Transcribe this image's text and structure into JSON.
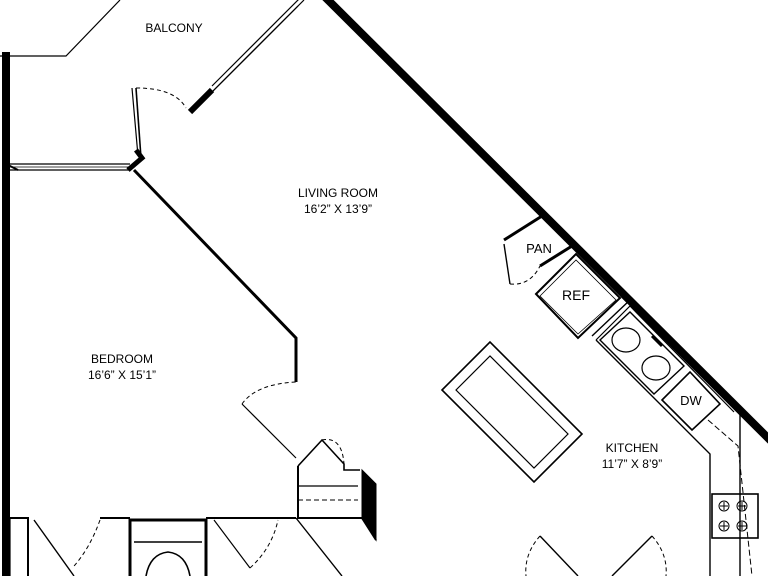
{
  "plan": {
    "rooms": {
      "balcony": {
        "name": "BALCONY"
      },
      "living_room": {
        "name": "LIVING ROOM",
        "dimensions": "16’2” X 13’9”"
      },
      "bedroom": {
        "name": "BEDROOM",
        "dimensions": "16’6” X 15’1”"
      },
      "kitchen": {
        "name": "KITCHEN",
        "dimensions": "11’7” X 8’9”"
      }
    },
    "fixtures": {
      "pantry": "PAN",
      "refrigerator": "REF",
      "dishwasher": "DW"
    },
    "colors": {
      "wall": "#000000",
      "background": "#ffffff"
    }
  }
}
